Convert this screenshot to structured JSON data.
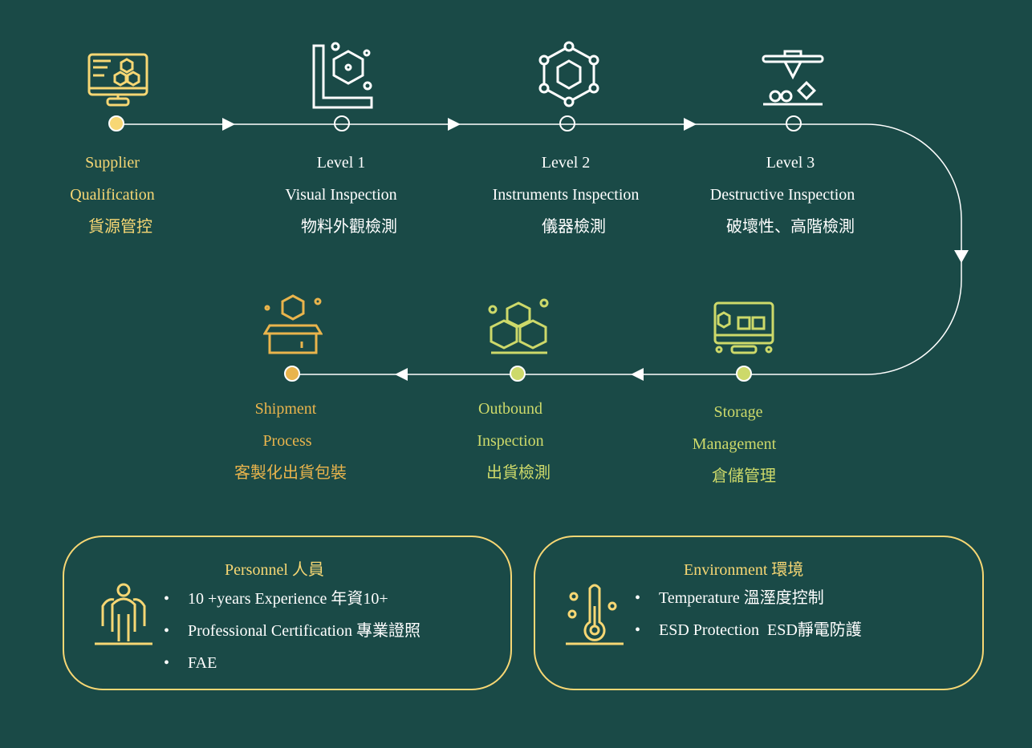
{
  "colors": {
    "background": "#1a4a47",
    "yellow": "#f7d774",
    "orange": "#e9b44c",
    "green": "#cdd96a",
    "white": "#ffffff"
  },
  "steps": [
    {
      "line1": "Supplier",
      "line2": "Qualification",
      "zh": "貨源管控",
      "icon": "monitor-hexagon-icon"
    },
    {
      "line1": "Level 1",
      "line2": "Visual Inspection",
      "zh": "物料外觀檢測",
      "icon": "ruler-cube-icon"
    },
    {
      "line1": "Level 2",
      "line2": "Instruments Inspection",
      "zh": "儀器檢測",
      "icon": "network-cube-icon"
    },
    {
      "line1": "Level 3",
      "line2": "Destructive Inspection",
      "zh": "破壞性、高階檢測",
      "icon": "3d-printer-icon"
    },
    {
      "line1": "Storage",
      "line2": "Management",
      "zh": "倉儲管理",
      "icon": "monitor-boxes-icon"
    },
    {
      "line1": "Outbound",
      "line2": "Inspection",
      "zh": "出貨檢測",
      "icon": "stacked-boxes-icon"
    },
    {
      "line1": "Shipment",
      "line2": "Process",
      "zh": "客製化出貨包裝",
      "icon": "open-box-icon"
    }
  ],
  "personnel": {
    "title": "Personnel 人員",
    "items": [
      "10 +years Experience 年資10+",
      "Professional Certification 專業證照",
      "FAE"
    ],
    "bullet": "•"
  },
  "environment": {
    "title": "Environment 環境",
    "items": [
      "Temperature 溫溼度控制",
      "ESD Protection  ESD靜電防護"
    ],
    "bullet": "•"
  }
}
